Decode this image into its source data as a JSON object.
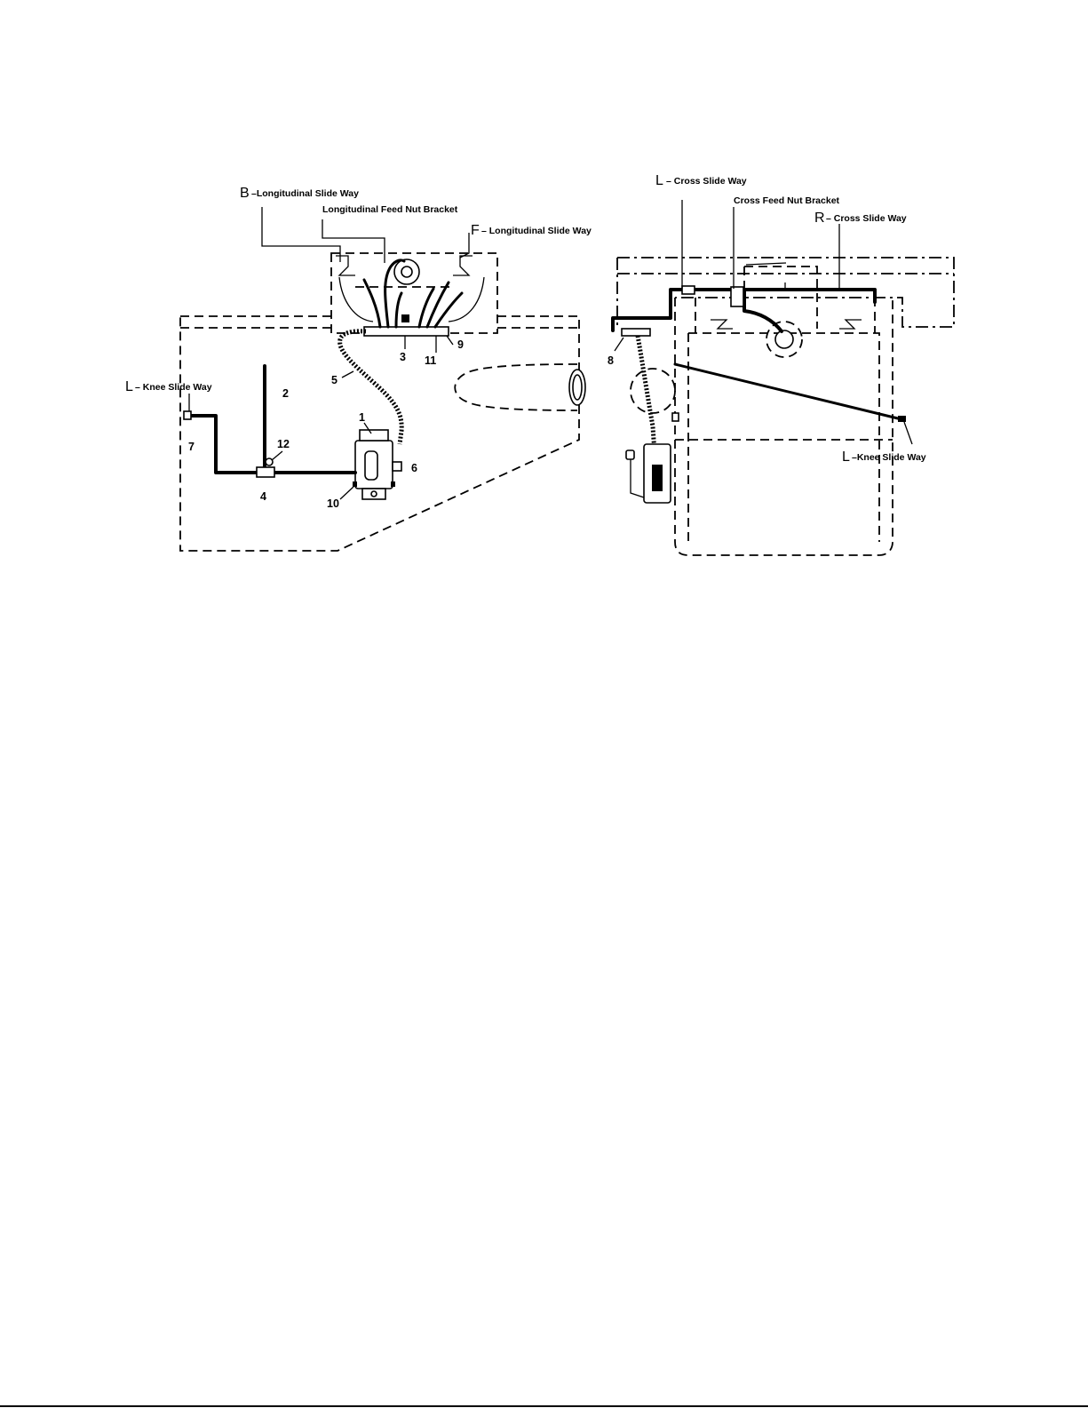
{
  "left_view": {
    "labels": {
      "b_prefix": "B",
      "b_text": "–Longitudinal Slide Way",
      "feed_nut_bracket": "Longitudinal Feed Nut Bracket",
      "f_prefix": "F",
      "f_text": "– Longitudinal Slide Way",
      "l_prefix": "L",
      "l_text": "– Knee Slide Way"
    },
    "part_numbers": [
      "1",
      "2",
      "3",
      "4",
      "5",
      "6",
      "7",
      "9",
      "10",
      "11",
      "12"
    ]
  },
  "right_view": {
    "labels": {
      "l_cross_prefix": "L",
      "l_cross_text": "– Cross Slide Way",
      "cross_feed_nut_bracket": "Cross Feed Nut Bracket",
      "r_cross_prefix": "R",
      "r_cross_text": "– Cross Slide Way",
      "l_knee_prefix": "L",
      "l_knee_text": "–Knee Slide Way"
    },
    "part_numbers": [
      "8"
    ]
  }
}
